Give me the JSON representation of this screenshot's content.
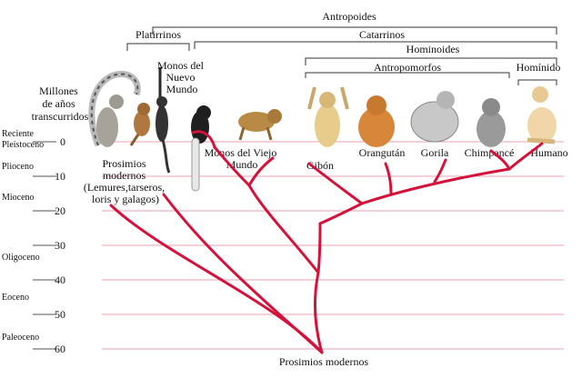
{
  "axis": {
    "title_lines": [
      "Millones",
      "de años",
      "transcurridos"
    ],
    "ticks": [
      "0",
      "10",
      "20",
      "30",
      "40",
      "50",
      "60"
    ],
    "epochs": [
      "Reciente",
      "Pleistoceno",
      "Plioceno",
      "Mioceno",
      "Oligoceno",
      "Eoceno",
      "Paleoceno"
    ]
  },
  "groups": {
    "antropoides": "Antropoides",
    "platirrinos": "Platirrinos",
    "catarrinos": "Catarrinos",
    "hominoides": "Hominoides",
    "antropomorfos": "Antropomorfos",
    "hominido": "Homínido"
  },
  "taxa": {
    "prosimios_lines": [
      "Prosimios",
      "modernos",
      "(Lemures,tarseros,",
      "loris y galagos)"
    ],
    "monos_nuevo_lines": [
      "Monos del",
      "Nuevo",
      "Mundo"
    ],
    "monos_viejo_lines": [
      "Monos del Viejo",
      "Mundo"
    ],
    "gibon": "Gibón",
    "orangutan": "Orangután",
    "gorila": "Gorila",
    "chimpance": "Chimpancé",
    "humano": "Humano",
    "root": "Prosimios modernos"
  },
  "colors": {
    "branch": "#d4123a",
    "grid": "#e9a3b2"
  }
}
